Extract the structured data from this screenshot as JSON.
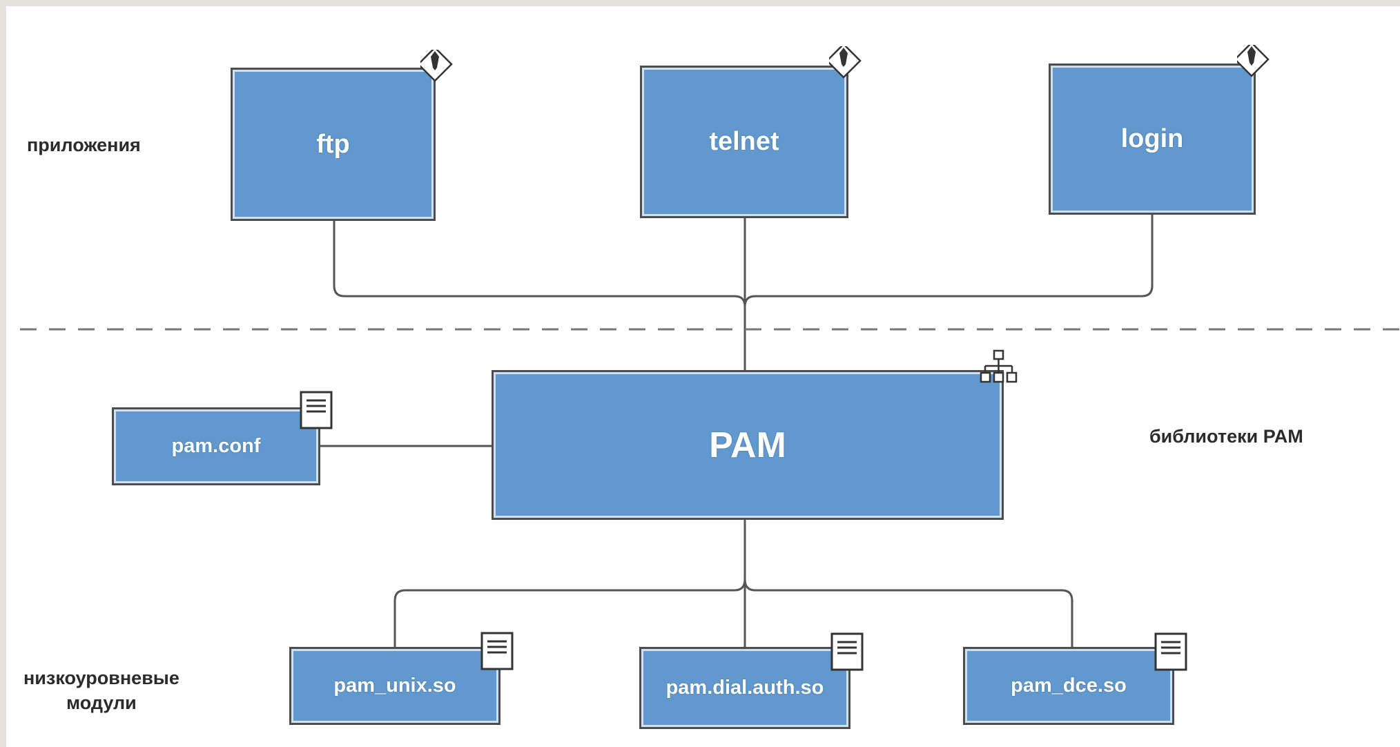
{
  "layers": {
    "applications": "приложения",
    "pam_libraries": "библиотеки PAM",
    "low_level_line1": "низкоуровневые",
    "low_level_line2": "модули"
  },
  "applications": [
    {
      "name": "ftp"
    },
    {
      "name": "telnet"
    },
    {
      "name": "login"
    }
  ],
  "core": {
    "name": "PAM"
  },
  "config": {
    "name": "pam.conf"
  },
  "modules": [
    {
      "name": "pam_unix.so"
    },
    {
      "name": "pam.dial.auth.so"
    },
    {
      "name": "pam_dce.so"
    }
  ],
  "colors": {
    "box_fill": "#6198cd",
    "box_border": "#4d4d4d",
    "box_inner_border": "#cfe0f1",
    "connector": "#555555",
    "background": "#ffffff",
    "outer_frame": "#e3e1dc"
  },
  "icons": {
    "application": "pen-nib-icon",
    "document": "document-icon",
    "library": "hierarchy-icon"
  }
}
